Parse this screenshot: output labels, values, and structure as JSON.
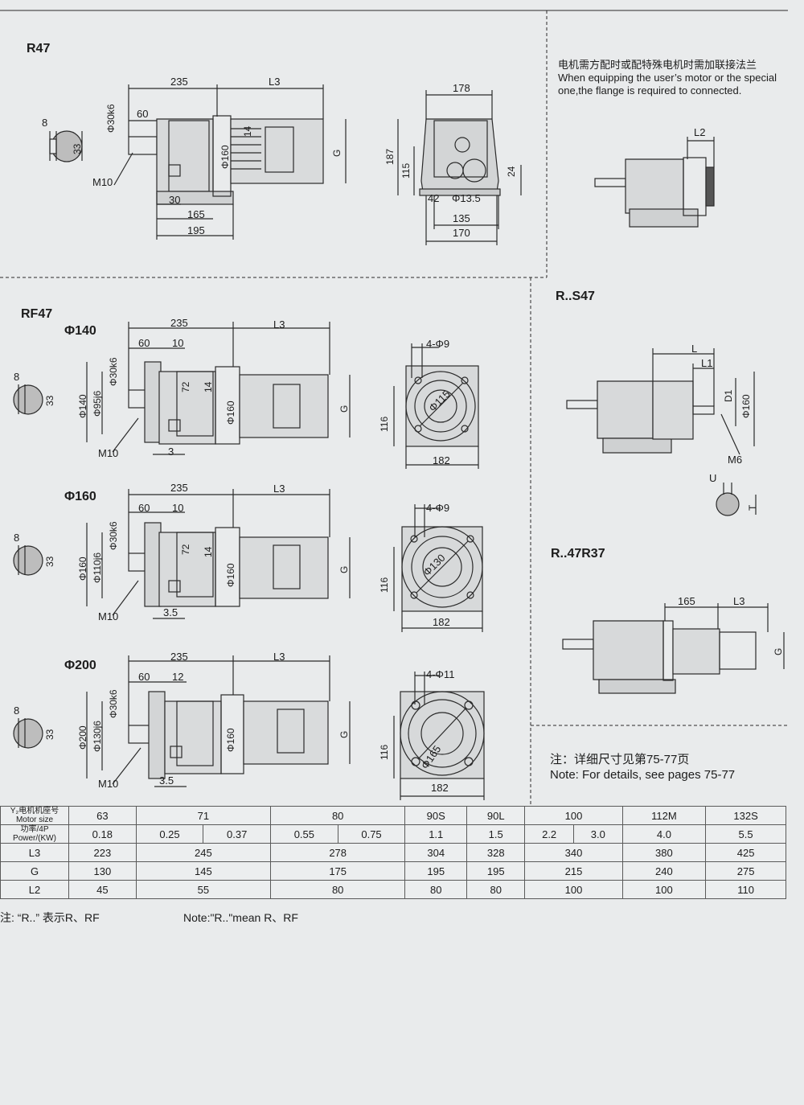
{
  "r47": {
    "title": "R47",
    "labels": {
      "d235": "235",
      "L3": "L3",
      "d60": "60",
      "shaft": "Φ30k6",
      "d8": "8",
      "d33": "33",
      "d14": "14",
      "phi160": "Φ160",
      "G": "G",
      "M10": "M10",
      "d30": "30",
      "d165": "165",
      "d195": "195"
    },
    "side": {
      "d178": "178",
      "d187": "187",
      "d115": "115",
      "d24": "24",
      "d42": "42",
      "hole": "Φ13.5",
      "d135": "135",
      "d170": "170"
    }
  },
  "flangeNote": {
    "cn": "电机需方配时或配特殊电机时需加联接法兰",
    "en1": "When equipping the user’s motor or the special",
    "en2": "one,the flange is required to connected.",
    "L2": "L2"
  },
  "rf47": {
    "title": "RF47",
    "variants": [
      {
        "name": "Φ140",
        "d235": "235",
        "L3": "L3",
        "d60": "60",
        "d10": "10",
        "flange": "Φ140",
        "spigot": "Φ95j6",
        "shaft": "Φ30k6",
        "d72": "72",
        "d14": "14",
        "phi160": "Φ160",
        "G": "G",
        "d8": "8",
        "d33": "33",
        "M10": "M10",
        "d3": "3",
        "holes": "4-Φ9",
        "pcd": "Φ115",
        "d116": "116",
        "d182": "182"
      },
      {
        "name": "Φ160",
        "d235": "235",
        "L3": "L3",
        "d60": "60",
        "d10": "10",
        "flange": "Φ160",
        "spigot": "Φ110j6",
        "shaft": "Φ30k6",
        "d72": "72",
        "d14": "14",
        "phi160": "Φ160",
        "G": "G",
        "d8": "8",
        "d33": "33",
        "M10": "M10",
        "d3": "3.5",
        "holes": "4-Φ9",
        "pcd": "Φ130",
        "d116": "116",
        "d182": "182"
      },
      {
        "name": "Φ200",
        "d235": "235",
        "L3": "L3",
        "d60": "60",
        "d10": "12",
        "flange": "Φ200",
        "spigot": "Φ130j6",
        "shaft": "Φ30k6",
        "d72": "",
        "d14": "",
        "phi160": "Φ160",
        "G": "G",
        "d8": "8",
        "d33": "33",
        "M10": "M10",
        "d3": "3.5",
        "holes": "4-Φ11",
        "pcd": "Φ165",
        "d116": "116",
        "d182": "182"
      }
    ]
  },
  "rs47": {
    "title": "R..S47",
    "labels": {
      "L": "L",
      "L1": "L1",
      "D1": "D1",
      "phi160": "Φ160",
      "M6": "M6",
      "U": "U",
      "T": "T"
    }
  },
  "r47r37": {
    "title": "R..47R37",
    "labels": {
      "d165": "165",
      "L3": "L3",
      "G": "G"
    }
  },
  "detailsNote": {
    "cn": "注：详细尺寸见第75-77页",
    "en": "Note: For details, see pages 75-77"
  },
  "table": {
    "rows": [
      {
        "head": [
          "Y₂电机机座号",
          "Motor size"
        ],
        "cells": [
          [
            "63"
          ],
          [
            "71"
          ],
          [
            "80"
          ],
          [
            "90S"
          ],
          [
            "90L"
          ],
          [
            "100"
          ],
          [
            "112M"
          ],
          [
            "132S"
          ]
        ]
      },
      {
        "head": [
          "功率/4P",
          "Power/(KW)"
        ],
        "cells": [
          [
            "0.18"
          ],
          [
            "0.25",
            "0.37"
          ],
          [
            "0.55",
            "0.75"
          ],
          [
            "1.1"
          ],
          [
            "1.5"
          ],
          [
            "2.2",
            "3.0"
          ],
          [
            "4.0"
          ],
          [
            "5.5"
          ]
        ]
      },
      {
        "head": [
          "L3"
        ],
        "cells": [
          [
            "223"
          ],
          [
            "245"
          ],
          [
            "278"
          ],
          [
            "304"
          ],
          [
            "328"
          ],
          [
            "340"
          ],
          [
            "380"
          ],
          [
            "425"
          ]
        ]
      },
      {
        "head": [
          "G"
        ],
        "cells": [
          [
            "130"
          ],
          [
            "145"
          ],
          [
            "175"
          ],
          [
            "195"
          ],
          [
            "195"
          ],
          [
            "215"
          ],
          [
            "240"
          ],
          [
            "275"
          ]
        ]
      },
      {
        "head": [
          "L2"
        ],
        "cells": [
          [
            "45"
          ],
          [
            "55"
          ],
          [
            "80"
          ],
          [
            "80"
          ],
          [
            "80"
          ],
          [
            "100"
          ],
          [
            "100"
          ],
          [
            "110"
          ]
        ]
      }
    ]
  },
  "footnote": {
    "cn": "注: “R..” 表示R、RF",
    "en": "Note:\"R..\"mean R、RF"
  }
}
